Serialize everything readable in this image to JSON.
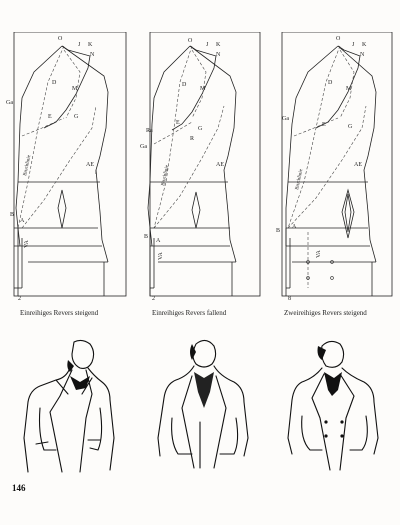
{
  "page_number": "146",
  "captions": [
    "Einreihiges Revers steigend",
    "Einreihiges Revers fallend",
    "Zweireihiges Revers steigend"
  ],
  "panel_1_labels": {
    "o": "O",
    "j": "J",
    "k": "K",
    "n": "N",
    "d": "D",
    "m": "M",
    "g": "G",
    "ga": "Ga",
    "e": "E",
    "ae": "AE",
    "b": "B",
    "a": "A",
    "va": "VA",
    "num": "2",
    "roll": "Bruchlinie"
  },
  "panel_2_labels": {
    "o": "O",
    "j": "J",
    "k": "K",
    "n": "N",
    "d": "D",
    "m": "M",
    "g": "G",
    "ga": "Ga",
    "ra": "Ra",
    "r": "R",
    "e": "E",
    "ae": "AE",
    "b": "B",
    "a": "A",
    "va": "VA",
    "num": "2",
    "roll": "Bruchlinie"
  },
  "panel_3_labels": {
    "o": "O",
    "j": "J",
    "k": "K",
    "n": "N",
    "d": "D",
    "m": "M",
    "g": "G",
    "ga": "Ga",
    "e": "E",
    "ae": "AE",
    "b": "B",
    "a": "A",
    "va": "VA",
    "num": "8",
    "roll": "Bruchlinie"
  }
}
